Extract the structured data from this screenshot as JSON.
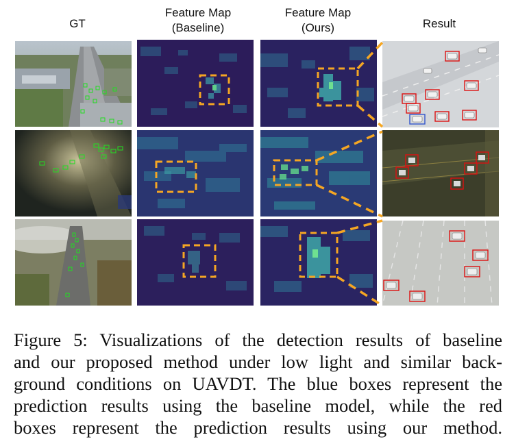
{
  "columns": {
    "gt": [
      "GT"
    ],
    "baseline": [
      "Feature Map",
      "(Baseline)"
    ],
    "ours": [
      "Feature Map",
      "(Ours)"
    ],
    "result": [
      "Result"
    ]
  },
  "caption": {
    "lines": [
      "Figure 5: Visualizations of the detection results of baseline",
      "and our proposed method under low light and similar back-",
      "ground conditions on UAVDT. The blue boxes represent the",
      "prediction results using the baseline model, while the red",
      "boxes represent the prediction results using our method."
    ]
  },
  "colors": {
    "highlight_box": "#f5a623",
    "gt_box": "#22dd22",
    "ours_box": "#dd1111",
    "baseline_box": "#3355cc",
    "feature_dark": "#2c1c5a",
    "feature_mid": "#2f6b8e",
    "feature_hot": "#5fd08a"
  }
}
